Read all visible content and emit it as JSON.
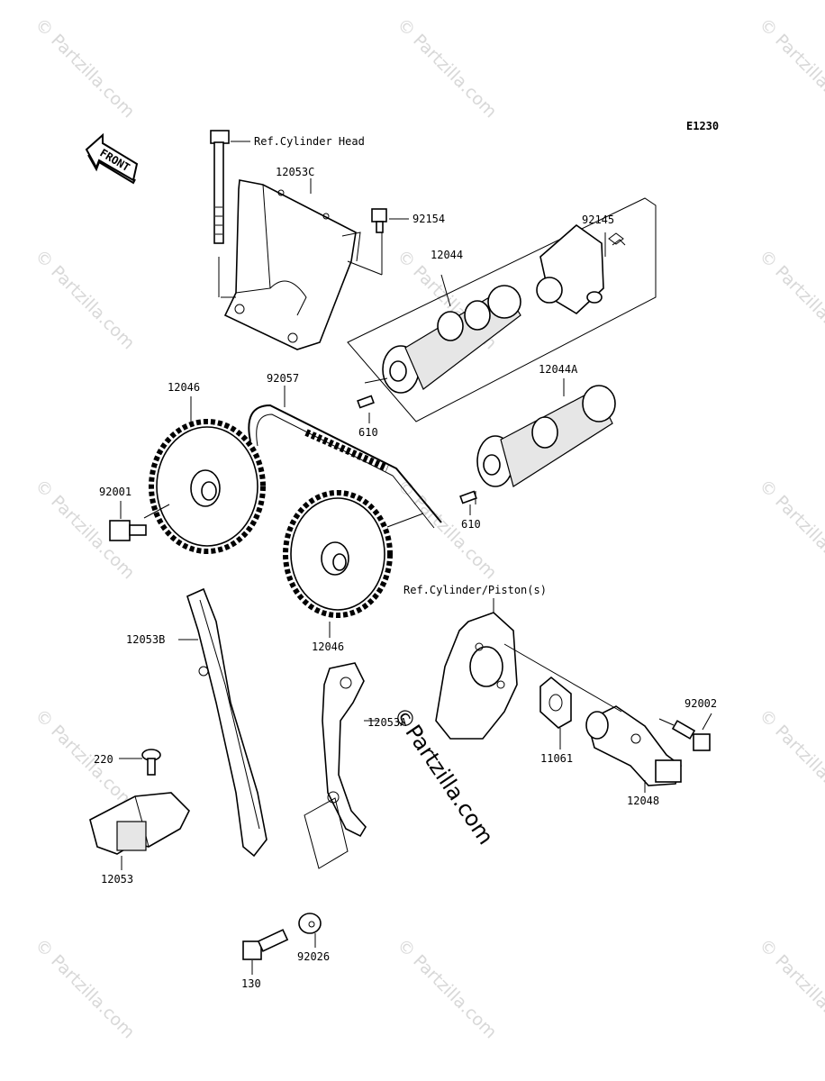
{
  "diagram": {
    "code": "E1230",
    "front_label": "FRONT",
    "references": {
      "cylinder_head": "Ref.Cylinder Head",
      "cylinder_piston": "Ref.Cylinder/Piston(s)"
    },
    "watermark": "© Partzilla.com",
    "center_watermark": "©Partzilla.com",
    "parts": {
      "p12053C": "12053C",
      "p92154": "92154",
      "p92145": "92145",
      "p12044": "12044",
      "p12046_top": "12046",
      "p92057": "92057",
      "p610_a": "610",
      "p12044A": "12044A",
      "p92001": "92001",
      "p610_b": "610",
      "p12046_bottom": "12046",
      "p12053B": "12053B",
      "p12053A": "12053A",
      "p11061": "11061",
      "p92002": "92002",
      "p220": "220",
      "p12048": "12048",
      "p12053": "12053",
      "p92026": "92026",
      "p130": "130"
    }
  }
}
